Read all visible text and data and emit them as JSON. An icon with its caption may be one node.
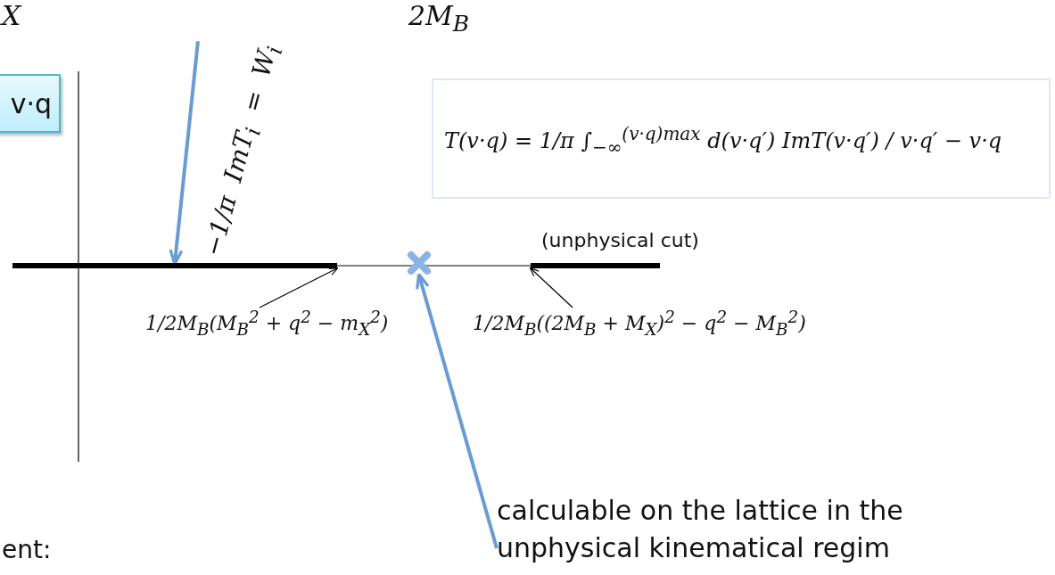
{
  "diagram": {
    "nodes": [
      {
        "text": [
          "v·q"
        ]
      },
      {
        "text": [
          "T(v·q) = 1/π ∫$_{−∞}$$^{(v·q)max}$ d(v·q′) ImT(v·q′) / v·q′ − v·q"
        ]
      },
      {
        "text": [
          "−1/π ImT$_{i}$ = W$_{i}$"
        ]
      },
      {
        "text": [],
        "shape": "bar"
      },
      {
        "text": [],
        "shape": "cross"
      },
      {
        "text": [],
        "shape": "bar",
        "beside": [
          "(unphysical cut)"
        ]
      },
      {
        "text": [
          "1/2M$_{B}$(M$_{B}$$^{2}$ + q$^{2}$ − m$_{X}$$^{2}$)"
        ]
      },
      {
        "text": [
          "1/2M$_{B}$((2M$_{B}$ + M$_{X}$)$^{2}$ − q$^{2}$ − M$_{B}$$^{2}$)"
        ]
      },
      {
        "text": [
          "calculable on the lattice in the unphysical kinematical regim"
        ]
      }
    ],
    "edges": [
      {
        "from": 2,
        "to": 3,
        "arrow": "to",
        "color": "#6a9bd1",
        "style": "thick"
      },
      {
        "from": 6,
        "to": 3,
        "arrow": "to",
        "color": "#000000"
      },
      {
        "from": 7,
        "to": 5,
        "arrow": "to",
        "color": "#000000"
      },
      {
        "from": 8,
        "to": 4,
        "arrow": "to",
        "color": "#6a9bd1",
        "style": "thick"
      }
    ],
    "labels": [
      "X",
      "2M$_{B}$",
      "ent:"
    ]
  }
}
